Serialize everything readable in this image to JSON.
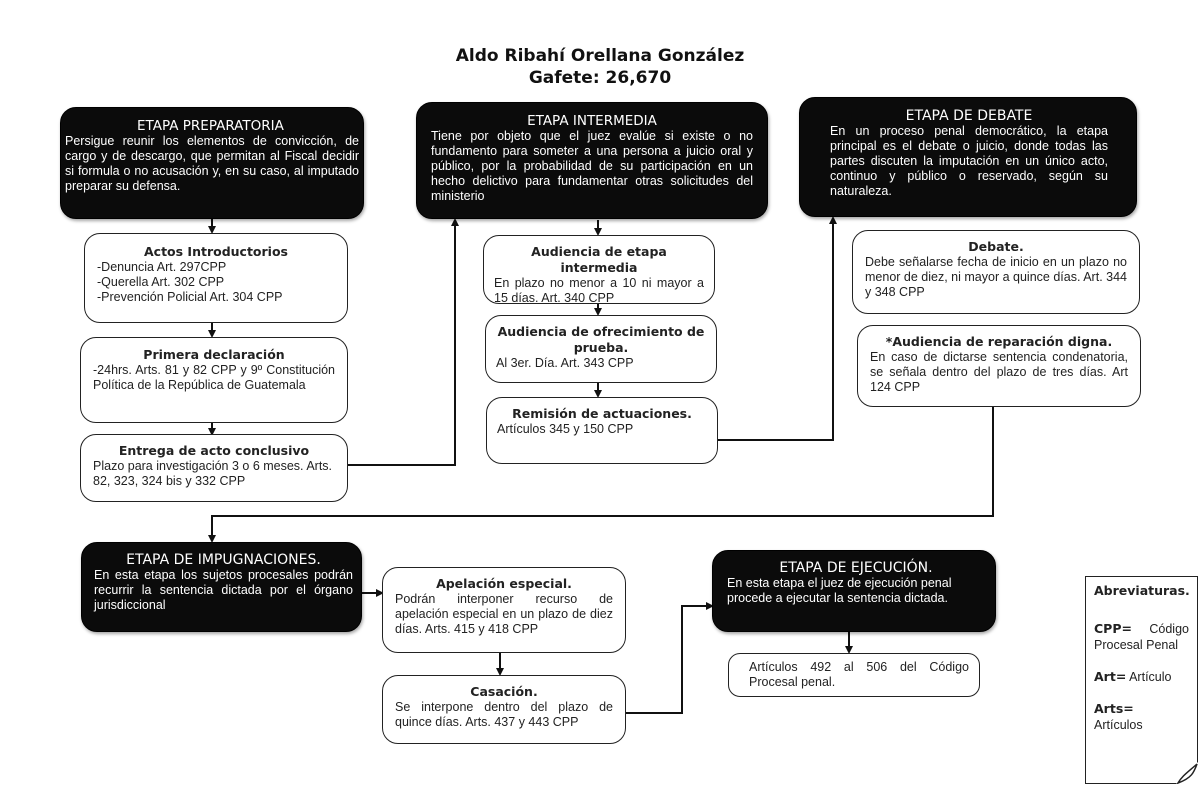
{
  "header": {
    "name": "Aldo Ribahí Orellana González",
    "gafete": "Gafete: 26,670"
  },
  "preparatoria": {
    "title": "ETAPA PREPARATORIA",
    "text": "Persigue reunir los elementos de convicción, de cargo y de descargo, que permitan al Fiscal decidir si formula o no acusación y, en su caso, al imputado preparar su defensa."
  },
  "actos": {
    "title": "Actos Introductorios",
    "items": [
      "-Denuncia Art. 297CPP",
      "-Querella Art. 302 CPP",
      "-Prevención Policial Art. 304 CPP"
    ]
  },
  "primera": {
    "title": "Primera declaración",
    "text": "-24hrs. Arts. 81 y 82 CPP y 9º Constitución Política de la República de Guatemala"
  },
  "entrega": {
    "title": "Entrega de acto conclusivo",
    "text": "Plazo para investigación 3 o 6 meses. Arts. 82, 323, 324 bis y 332 CPP"
  },
  "intermedia": {
    "title": "ETAPA INTERMEDIA",
    "text": "Tiene por objeto que el juez evalúe si existe o no fundamento para someter a una persona a juicio oral y público, por la probabilidad de su participación en un hecho delictivo para fundamentar otras solicitudes del ministerio"
  },
  "audiencia_intermedia": {
    "title": "Audiencia de etapa intermedia",
    "text": "En plazo no menor a 10 ni mayor a 15 días. Art. 340 CPP"
  },
  "ofrecimiento": {
    "title": "Audiencia de ofrecimiento de prueba.",
    "text": "Al 3er. Día. Art. 343 CPP"
  },
  "remision": {
    "title": "Remisión de actuaciones.",
    "text": "Artículos 345 y 150 CPP"
  },
  "debate_etapa": {
    "title": "ETAPA DE DEBATE",
    "text": "En un proceso penal democrático, la etapa principal es el debate o juicio, donde todas las partes discuten la imputación en un único acto, continuo y público o reservado, según su naturaleza."
  },
  "debate": {
    "title": "Debate.",
    "text": "Debe señalarse fecha de inicio en un plazo no menor de diez, ni mayor a quince días. Art. 344 y 348 CPP"
  },
  "reparacion": {
    "title": "*Audiencia de reparación digna.",
    "text": "En caso de dictarse sentencia condenatoria, se señala dentro del plazo de tres días. Art 124 CPP"
  },
  "impugnaciones": {
    "title": "ETAPA DE IMPUGNACIONES.",
    "text": "En esta etapa los sujetos procesales podrán recurrir la sentencia dictada por el órgano jurisdiccional"
  },
  "apelacion": {
    "title": "Apelación especial.",
    "text": "Podrán interponer recurso de apelación especial en un plazo de diez días. Arts. 415 y 418 CPP"
  },
  "casacion": {
    "title": "Casación.",
    "text": "Se interpone dentro del plazo de quince días. Arts. 437 y 443 CPP"
  },
  "ejecucion": {
    "title": "ETAPA DE EJECUCIÓN.",
    "text": "En esta etapa el juez de ejecución penal procede a ejecutar la sentencia dictada."
  },
  "articulos": {
    "text": "Artículos 492 al 506 del Código Procesal penal."
  },
  "abreviaturas": {
    "title": "Abreviaturas.",
    "cpp_key": "CPP=",
    "cpp_val": "Código Procesal Penal",
    "art_key": "Art=",
    "art_val": "Artículo",
    "arts_key": "Arts=",
    "arts_val": "Artículos"
  }
}
